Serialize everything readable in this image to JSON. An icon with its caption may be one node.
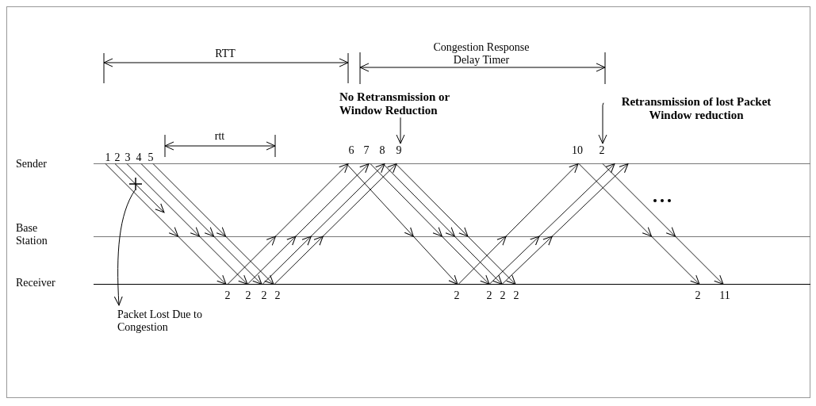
{
  "diagram": {
    "nodes": [
      {
        "text": [
          "No Retransmission or Window Reduction"
        ]
      },
      {
        "text": [
          "9"
        ]
      },
      {
        "text": [
          "Retransmission of lost Packet Window reduction"
        ]
      },
      {
        "text": [
          "2"
        ]
      },
      {
        "text": [],
        "shape": "cross"
      },
      {
        "text": [
          "Packet Lost Due to Congestion"
        ]
      },
      {
        "text": [],
        "shape": "bar"
      },
      {
        "text": [],
        "shape": "bar"
      },
      {
        "text": [],
        "shape": "bar"
      }
    ],
    "edges": [
      {
        "from": 0,
        "to": 1,
        "arrow": "to"
      },
      {
        "from": 2,
        "to": 3,
        "arrow": "to"
      },
      {
        "from": 4,
        "to": 5,
        "arrow": "to"
      },
      {
        "from": 6,
        "to": 8,
        "arrow": "to"
      },
      {
        "from": 6,
        "to": null,
        "arrow": "to"
      },
      {
        "from": 6,
        "to": 8,
        "arrow": "to"
      },
      {
        "from": 6,
        "to": 8,
        "arrow": "to"
      },
      {
        "from": 6,
        "to": 8,
        "arrow": "to"
      },
      {
        "from": 8,
        "to": 6,
        "arrow": "to"
      },
      {
        "from": 8,
        "to": 6,
        "arrow": "to"
      },
      {
        "from": 8,
        "to": 6,
        "arrow": "to"
      },
      {
        "from": 8,
        "to": 6,
        "arrow": "to"
      },
      {
        "from": 6,
        "to": 8,
        "arrow": "to"
      },
      {
        "from": 6,
        "to": 8,
        "arrow": "to"
      },
      {
        "from": 6,
        "to": 8,
        "arrow": "to"
      },
      {
        "from": 6,
        "to": 8,
        "arrow": "to"
      },
      {
        "from": 8,
        "to": 6,
        "arrow": "to"
      },
      {
        "from": 8,
        "to": 6,
        "arrow": "to"
      },
      {
        "from": 8,
        "to": 6,
        "arrow": "to"
      },
      {
        "from": 6,
        "to": 8,
        "arrow": "to"
      },
      {
        "from": 6,
        "to": 8,
        "arrow": "to"
      }
    ],
    "labels": [
      "RTT",
      "Congestion Response Delay Timer",
      "rtt",
      "Sender",
      "1",
      "2",
      "3",
      "4",
      "5",
      "6",
      "7",
      "8",
      "10",
      "Base Station",
      "Receiver",
      "2",
      "2",
      "2",
      "2",
      "2",
      "2",
      "2",
      "2",
      "2",
      "11"
    ]
  }
}
